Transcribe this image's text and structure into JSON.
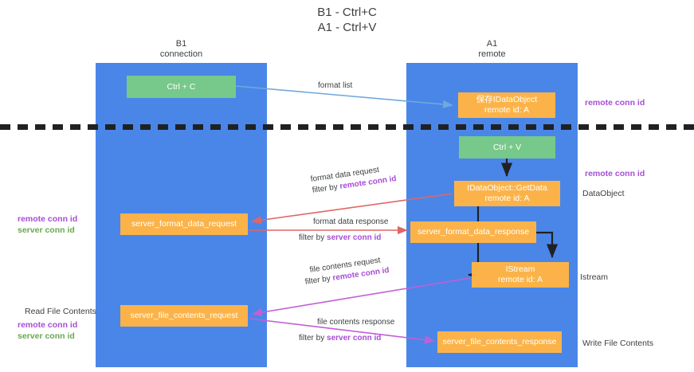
{
  "diagram": {
    "title": "B1 - Ctrl+C\nA1 - Ctrl+V",
    "columns": [
      {
        "id": "b1",
        "label": "B1\nconnection",
        "color": "#4a86e8"
      },
      {
        "id": "a1",
        "label": "A1\nremote",
        "color": "#4a86e8"
      }
    ],
    "colors": {
      "lane": "#4a86e8",
      "green_node": "#76c98a",
      "orange_node": "#fbb349",
      "remote_conn_id": "#a64dd6",
      "server_conn_id": "#6aa84f",
      "arrow_format_list": "#6fa8dc",
      "arrow_format_data": "#e06666",
      "arrow_file_contents": "#c25fd6",
      "arrow_black": "#202124",
      "divider": "#202124"
    },
    "nodes": [
      {
        "id": "ctrl-c",
        "line1": "Ctrl + C",
        "line2": "",
        "kind": "green",
        "lane": "b1"
      },
      {
        "id": "idataobject",
        "line1": "保存IDataObject",
        "line2": "remote id: A",
        "kind": "orange",
        "lane": "a1"
      },
      {
        "id": "ctrl-v",
        "line1": "Ctrl + V",
        "line2": "",
        "kind": "green",
        "lane": "a1"
      },
      {
        "id": "getdata",
        "line1": "IDataObject::GetData",
        "line2": "remote id: A",
        "kind": "orange",
        "lane": "a1"
      },
      {
        "id": "server-format-data-request",
        "line1": "server_format_data_request",
        "line2": "",
        "kind": "orange",
        "lane": "b1"
      },
      {
        "id": "server-format-data-response",
        "line1": "server_format_data_response",
        "line2": "",
        "kind": "orange",
        "lane": "a1"
      },
      {
        "id": "istream",
        "line1": "IStream",
        "line2": "remote id: A",
        "kind": "orange",
        "lane": "a1"
      },
      {
        "id": "server-file-contents-request",
        "line1": "server_file_contents_request",
        "line2": "",
        "kind": "orange",
        "lane": "b1"
      },
      {
        "id": "server-file-contents-response",
        "line1": "server_file_contents_response",
        "line2": "",
        "kind": "orange",
        "lane": "a1"
      }
    ],
    "edge_labels": {
      "format_list": "format list",
      "format_data_request": "format data request",
      "format_data_response": "format data response",
      "file_contents_request": "file contents request",
      "file_contents_response": "file contents response",
      "filter_by": "filter by ",
      "remote_conn_id": "remote conn id",
      "server_conn_id": "server conn id"
    },
    "right_annotations": [
      {
        "id": "remote-conn-id-top",
        "text": "remote conn id",
        "style": "purple"
      },
      {
        "id": "remote-conn-id-middle",
        "text": "remote conn id",
        "style": "purple"
      },
      {
        "id": "dataobject",
        "text": "DataObject",
        "style": "plain"
      },
      {
        "id": "istream",
        "text": "Istream",
        "style": "plain"
      },
      {
        "id": "write-file-contents",
        "text": "Write File Contents",
        "style": "plain"
      }
    ],
    "left_annotations": [
      {
        "id": "remote-conn-id-a",
        "text": "remote conn id",
        "style": "purple"
      },
      {
        "id": "server-conn-id-a",
        "text": "server conn id",
        "style": "green"
      },
      {
        "id": "read-file-contents",
        "text": "Read File Contents",
        "style": "plain"
      },
      {
        "id": "remote-conn-id-b",
        "text": "remote conn id",
        "style": "purple"
      },
      {
        "id": "server-conn-id-b",
        "text": "server conn id",
        "style": "green"
      }
    ]
  }
}
